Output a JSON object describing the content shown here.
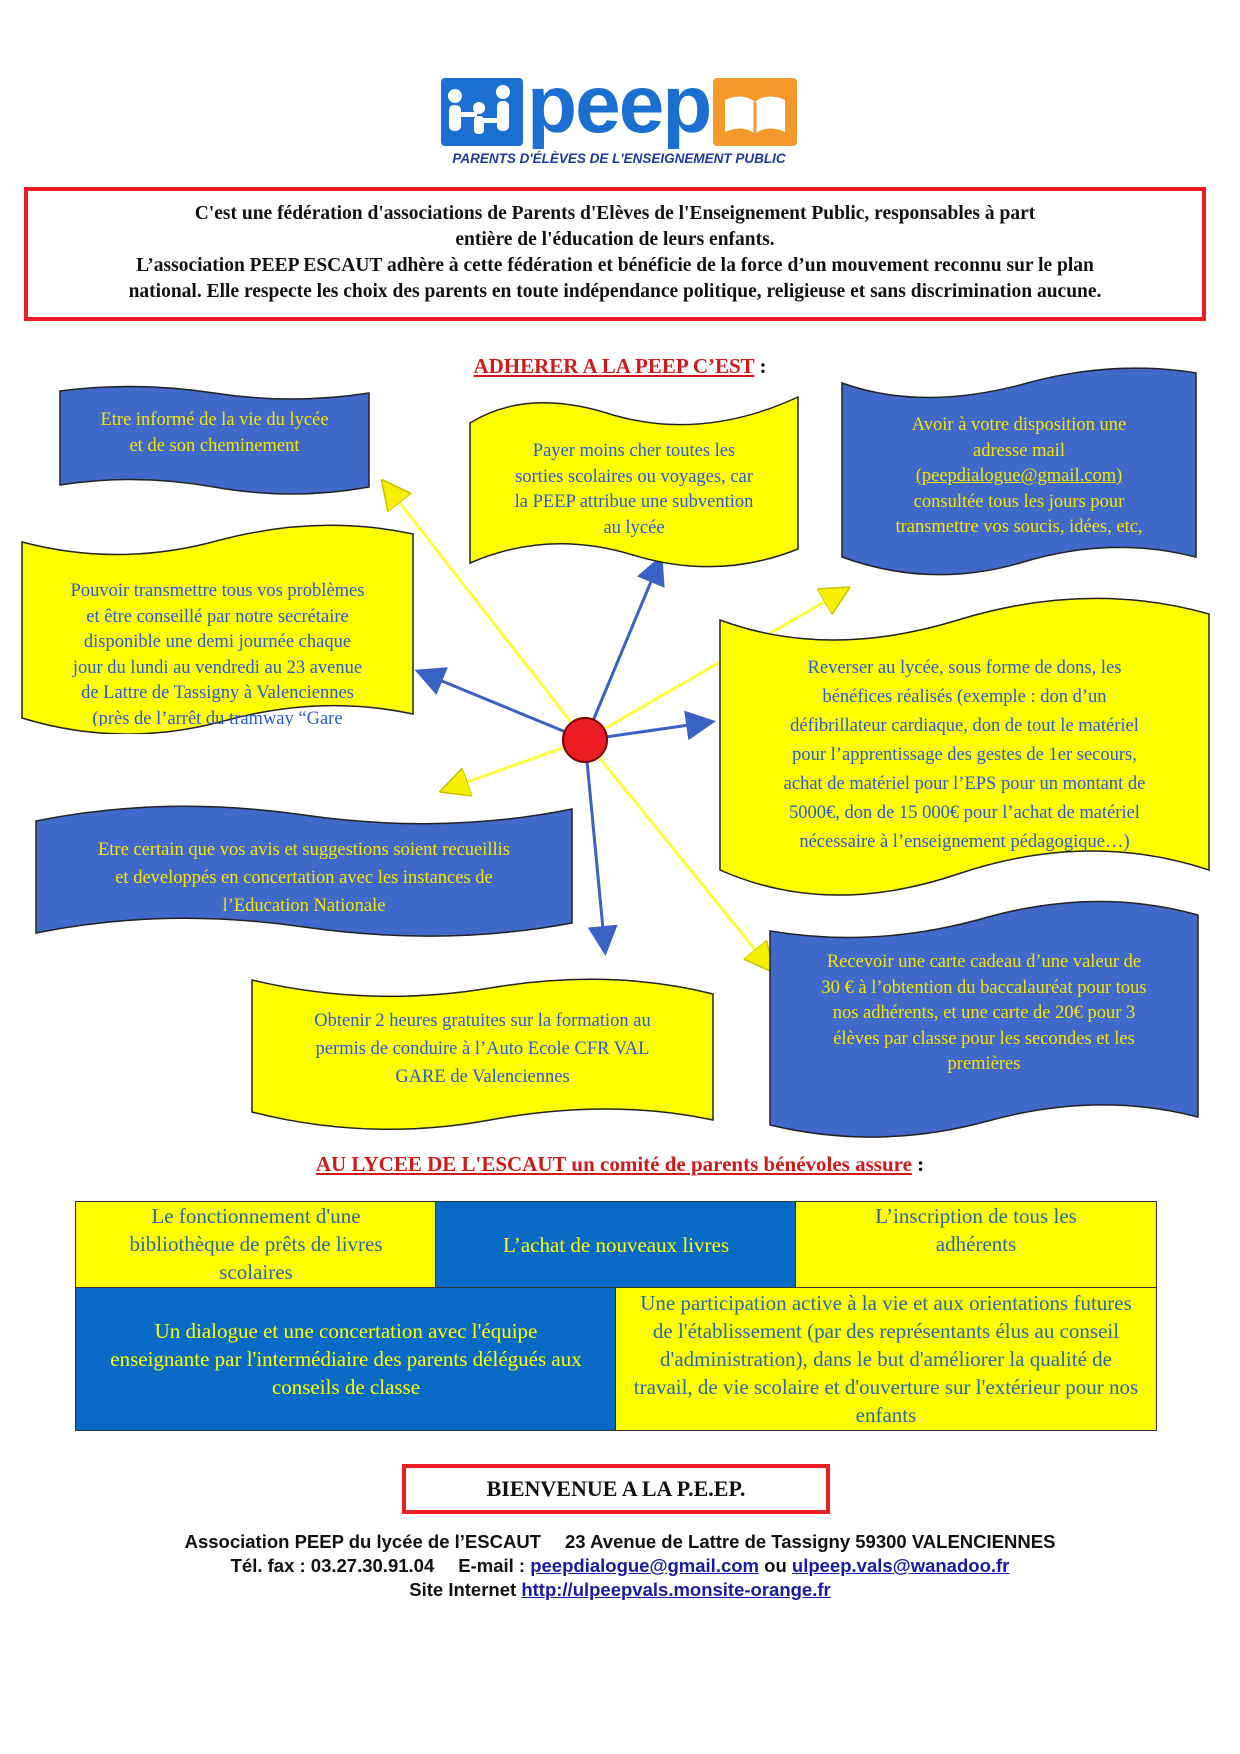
{
  "logo": {
    "word": "peep",
    "tagline": "PARENTS D'ÉLÈVES DE L'ENSEIGNEMENT PUBLIC"
  },
  "intro": {
    "line1": "C'est une fédération d'associations de Parents d'Elèves de l'Enseignement Public, responsables à part",
    "line2": "entière de l'éducation de leurs enfants.",
    "line3": "L’association PEEP ESCAUT adhère à cette fédération et bénéficie de la force d’un mouvement reconnu sur le plan",
    "line4": "national. Elle respecte les choix des parents en toute indépendance politique, religieuse et sans discrimination aucune."
  },
  "section1": {
    "title": "ADHERER A LA PEEP C’EST",
    "suffix": " :"
  },
  "benefits": {
    "informed": [
      "Etre informé de la vie du lycée",
      "et de son cheminement"
    ],
    "cheaper": [
      "Payer moins cher toutes les",
      "sorties scolaires ou voyages, car",
      "la PEEP attribue une subvention",
      "au lycée"
    ],
    "email": [
      "Avoir à votre disposition une",
      "adresse mail",
      "(peepdialogue@gmail.com)",
      "consultée tous les jours pour",
      "transmettre vos soucis, idées, etc,"
    ],
    "secretary": [
      "Pouvoir transmettre tous vos problèmes",
      "et être conseillé par notre secrétaire",
      "disponible une demi journée chaque",
      "jour du lundi au vendredi au 23 avenue",
      "de Lattre de Tassigny à Valenciennes",
      "(près de l’arrêt du tramway “Gare"
    ],
    "donations": [
      "Reverser au lycée, sous forme de dons, les",
      "bénéfices réalisés (exemple : don d’un",
      "défibrillateur cardiaque, don de tout le matériel",
      "pour l’apprentissage des gestes de 1er secours,",
      "achat de matériel pour l’EPS pour un montant de",
      "5000€, don de 15 000€ pour l’achat de matériel",
      "nécessaire à l’enseignement pédagogique…)"
    ],
    "opinions": [
      "Etre certain que vos avis et suggestions soient recueillis",
      "et developpés en concertation avec les instances de",
      "l’Education Nationale"
    ],
    "giftcard": [
      "Recevoir une carte cadeau d’une valeur de",
      "30 € à l’obtention du baccalauréat pour tous",
      "nos adhérents, et une carte de 20€ pour 3",
      "élèves par classe pour les secondes et les",
      "premières"
    ],
    "driving": [
      "Obtenir 2 heures gratuites sur la formation au",
      "permis de conduire à l’Auto Ecole CFR VAL",
      "GARE de Valenciennes"
    ]
  },
  "section2": {
    "title": "AU LYCEE DE L'ESCAUT un comité de parents bénévoles assure",
    "suffix": " :"
  },
  "committee": {
    "library": "Le fonctionnement d'une bibliothèque de prêts de livres scolaires",
    "books": "L’achat de nouveaux livres",
    "registration": "L’inscription de tous les adhérents",
    "dialogue": "Un dialogue et une concertation avec l'équipe enseignante par l'intermédiaire des parents délégués aux conseils de classe",
    "participation": "Une participation active à la vie et aux orientations futures de l'établissement (par des représentants élus au conseil d'administration), dans le but d'améliorer la qualité de travail, de vie scolaire et d'ouverture sur l'extérieur pour nos enfants"
  },
  "welcome": "BIENVENUE A LA P.E.EP.",
  "footer": {
    "assoc": "Association PEEP du lycée de l’ESCAUT",
    "address": "23 Avenue de Lattre de Tassigny 59300 VALENCIENNES",
    "tel": "Tél. fax : 03.27.30.91.04",
    "email_label": "E-mail :",
    "email1": "peepdialogue@gmail.com",
    "or": "ou",
    "email2": "ulpeep.vals@wanadoo.fr",
    "site_label": "Site Internet",
    "site": "http://ulpeepvals.monsite-orange.fr"
  },
  "colors": {
    "blue_fill": "#4169c9",
    "yellow_fill": "#ffff00",
    "red": "#ee1c24",
    "arrow_blue": "#3a62c4",
    "arrow_yellow": "#ffff40"
  }
}
